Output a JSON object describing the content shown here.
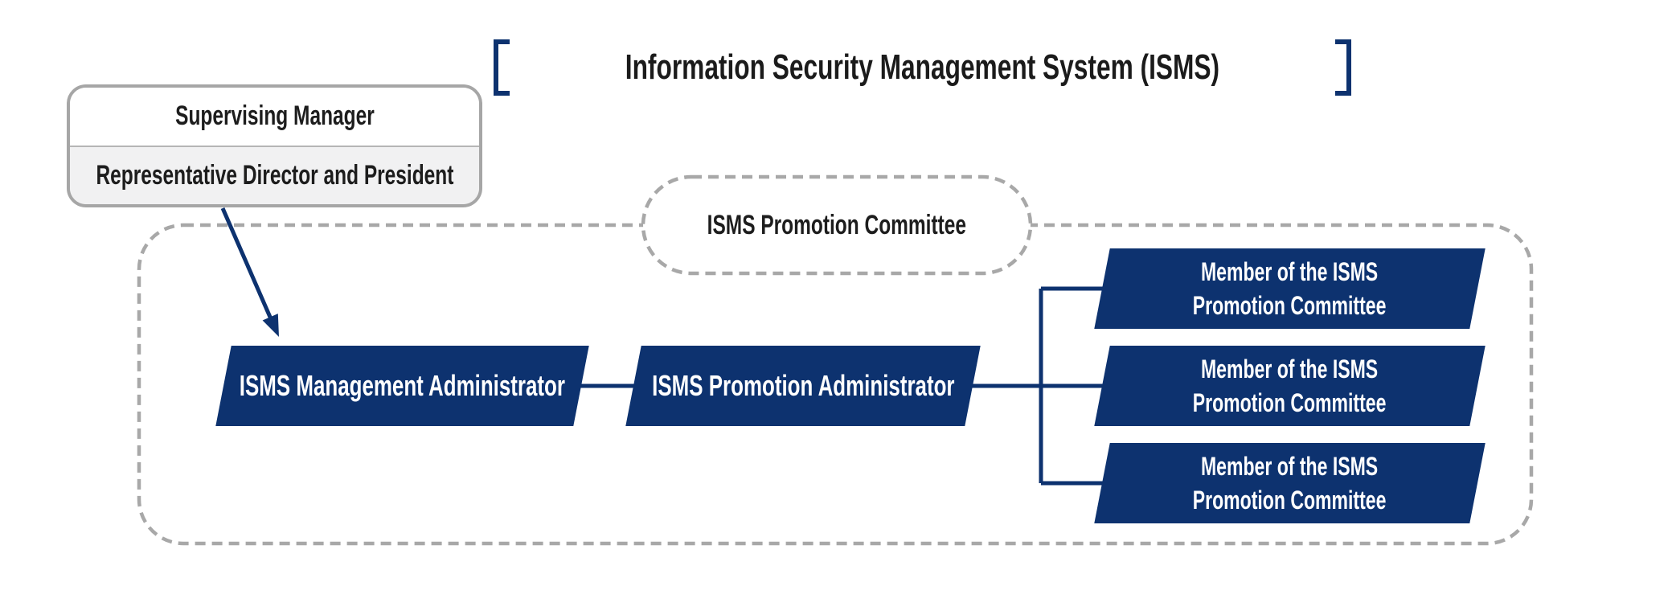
{
  "title": {
    "label": "Information Security Management System (ISMS)"
  },
  "supervising_box": {
    "role": "Supervising Manager",
    "person": "Representative Director and President"
  },
  "committee": {
    "label": "ISMS Promotion Committee"
  },
  "administrators": {
    "management": "ISMS Management Administrator",
    "promotion": "ISMS Promotion Administrator"
  },
  "members": [
    {
      "line1": "Member of the ISMS",
      "line2": "Promotion Committee"
    },
    {
      "line1": "Member of the ISMS",
      "line2": "Promotion Committee"
    },
    {
      "line1": "Member of the ISMS",
      "line2": "Promotion Committee"
    }
  ],
  "colors": {
    "navy": "#0d326f",
    "dashed_border_gray": "#a8a8a8",
    "box_border_gray": "#a6a6a6",
    "row_fill_gray": "#f1f1f2",
    "text_black": "#1d1d1d"
  }
}
